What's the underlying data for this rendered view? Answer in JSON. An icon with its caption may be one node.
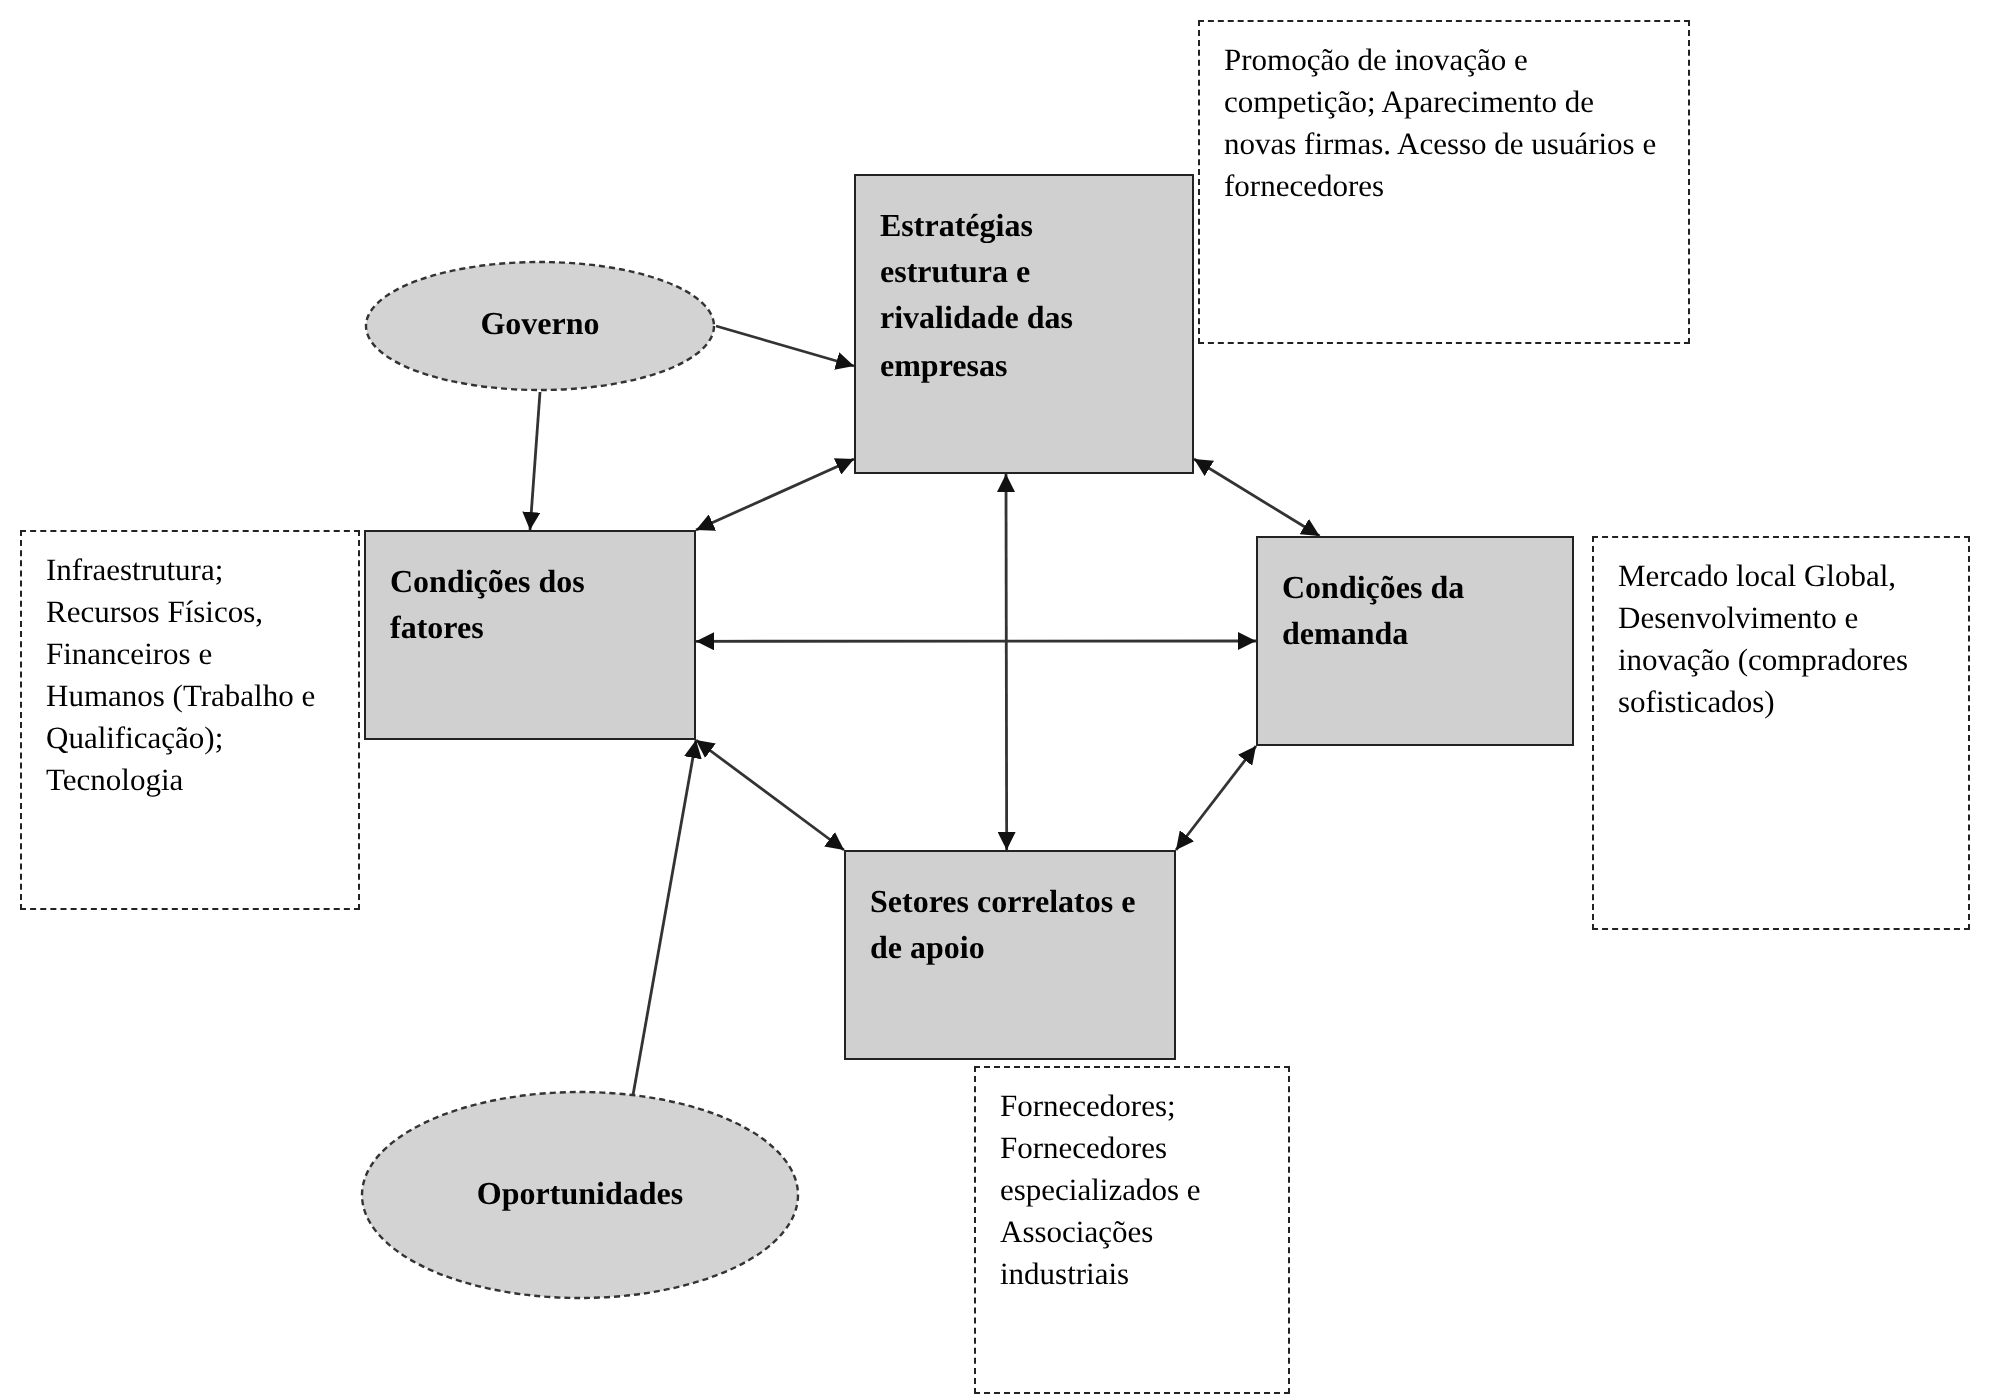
{
  "diagram": {
    "nodes": [
      {
        "text": [
          "Governo"
        ]
      },
      {
        "text": [
          "Estratégias estrutura e rivalidade das empresas"
        ]
      },
      {
        "text": [
          "Promoção de inovação e competição; Aparecimento de novas firmas. Acesso de usuários e fornecedores"
        ]
      },
      {
        "text": [
          "Condições dos fatores"
        ]
      },
      {
        "text": [
          "Infraestrutura; Recursos Físicos, Financeiros e Humanos (Trabalho e Qualificação); Tecnologia"
        ]
      },
      {
        "text": [
          "Condições da demanda"
        ]
      },
      {
        "text": [
          "Mercado local Global, Desenvolvimento e inovação (compradores sofisticados)"
        ]
      },
      {
        "text": [
          "Setores correlatos e de apoio"
        ]
      },
      {
        "text": [
          "Fornecedores; Fornecedores especializados e Associações industriais"
        ]
      },
      {
        "text": [
          "Oportunidades"
        ]
      }
    ],
    "edges": [
      {
        "from": 0,
        "to": 1,
        "arrow": "to"
      },
      {
        "from": 0,
        "to": 3,
        "arrow": "to"
      },
      {
        "from": 1,
        "to": 3,
        "arrow": "both"
      },
      {
        "from": 1,
        "to": 5,
        "arrow": "both"
      },
      {
        "from": 1,
        "to": 7,
        "arrow": "both"
      },
      {
        "from": 3,
        "to": 5,
        "arrow": "both"
      },
      {
        "from": 3,
        "to": 7,
        "arrow": "both"
      },
      {
        "from": 5,
        "to": 7,
        "arrow": "both"
      },
      {
        "from": 9,
        "to": 3,
        "arrow": "to"
      }
    ]
  }
}
